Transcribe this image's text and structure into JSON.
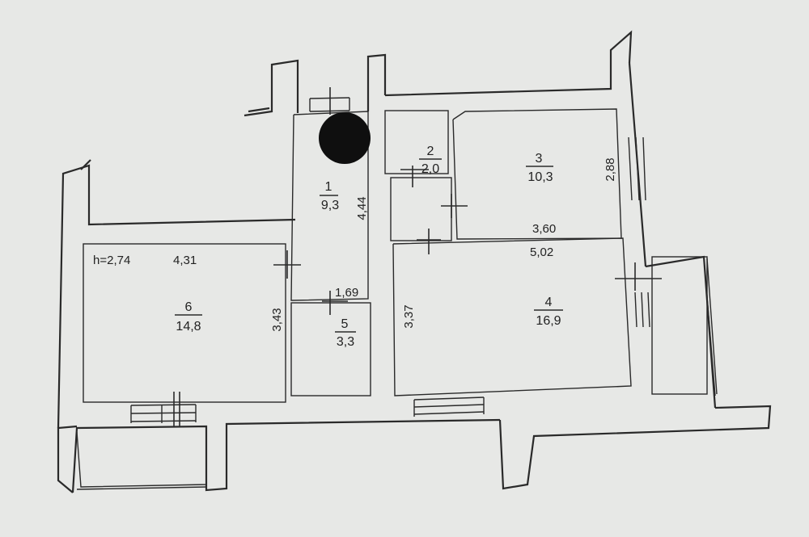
{
  "ceiling_height": "h=2,74",
  "rooms": [
    {
      "number": "1",
      "area": "9,3"
    },
    {
      "number": "2",
      "area": "2,0"
    },
    {
      "number": "3",
      "area": "10,3"
    },
    {
      "number": "4",
      "area": "16,9"
    },
    {
      "number": "5",
      "area": "3,3"
    },
    {
      "number": "6",
      "area": "14,8"
    }
  ],
  "dimensions": {
    "room6_width": "4,31",
    "room6_depth": "3,43",
    "hall_length": "4,44",
    "room5_width": "1,69",
    "room3_width": "3,60",
    "room3_depth": "2,88",
    "room4_width": "5,02",
    "room4_depth": "3,37"
  },
  "colors": {
    "paper": "#e7e8e6",
    "ink": "#2a2a2a",
    "blot": "#0f0f0f"
  }
}
